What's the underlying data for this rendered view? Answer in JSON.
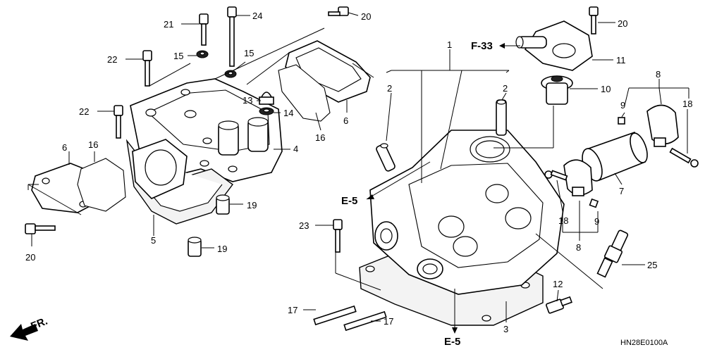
{
  "labels": {
    "p1": "1",
    "p2a": "2",
    "p2b": "2",
    "p3": "3",
    "p4": "4",
    "p5": "5",
    "p6a": "6",
    "p6b": "6",
    "p7": "7",
    "p8a": "8",
    "p8b": "8",
    "p9a": "9",
    "p9b": "9",
    "p10": "10",
    "p11": "11",
    "p12": "12",
    "p13": "13",
    "p14": "14",
    "p15a": "15",
    "p15b": "15",
    "p16a": "16",
    "p16b": "16",
    "p17a": "17",
    "p17b": "17",
    "p18a": "18",
    "p18b": "18",
    "p19a": "19",
    "p19b": "19",
    "p20a": "20",
    "p20b": "20",
    "p20c": "20",
    "p21": "21",
    "p22a": "22",
    "p22b": "22",
    "p23": "23",
    "p24": "24",
    "p25": "25"
  },
  "refs": {
    "f33": "F-33",
    "e5_left": "E-5",
    "e5_bottom": "E-5"
  },
  "front_marker": "FR.",
  "diagram_code": "HN28E0100A"
}
